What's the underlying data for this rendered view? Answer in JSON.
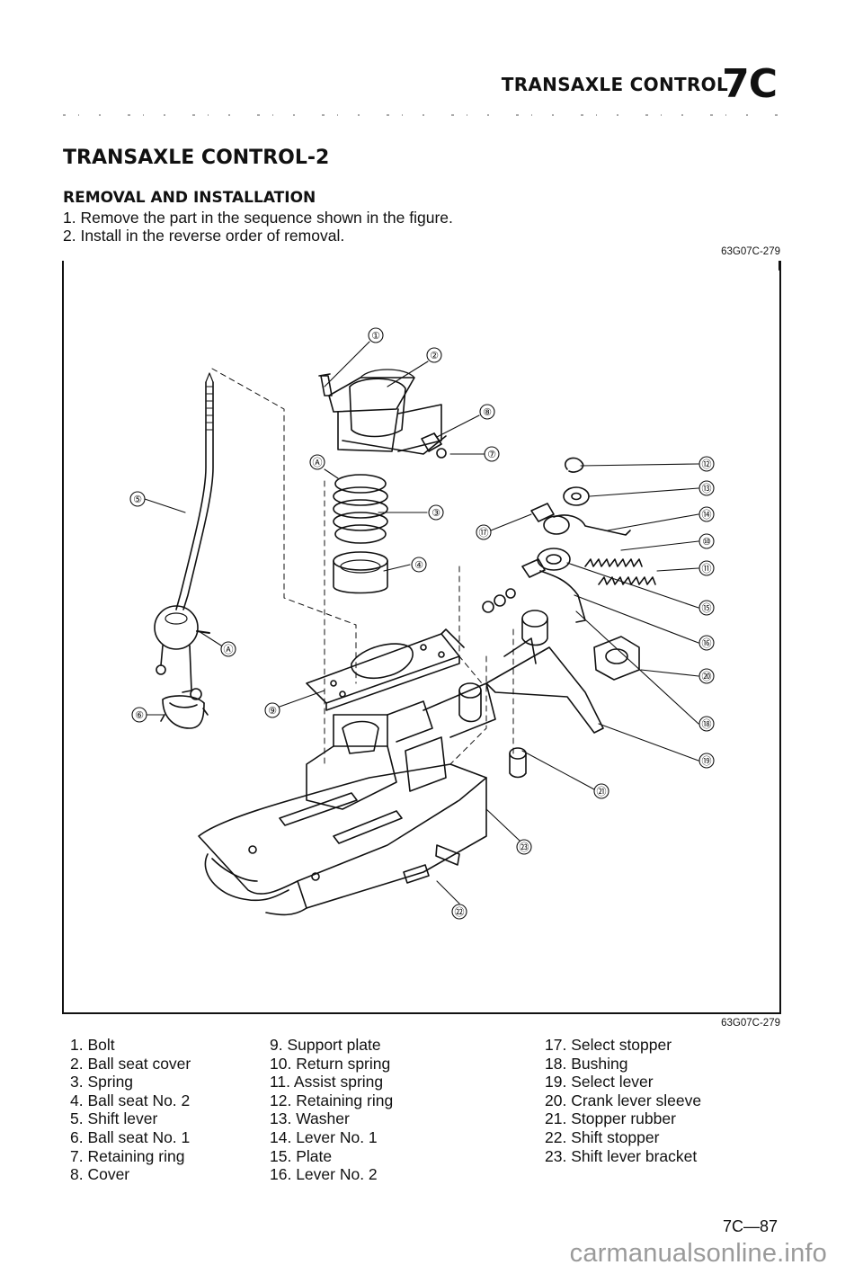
{
  "header": {
    "title": "TRANSAXLE CONTROL",
    "code": "7C"
  },
  "section": {
    "title": "TRANSAXLE CONTROL-2",
    "subtitle": "REMOVAL AND INSTALLATION",
    "steps": [
      "1. Remove the part in the sequence shown in the figure.",
      "2. Install in the reverse order of removal."
    ]
  },
  "figure": {
    "code_top": "63G07C-279",
    "code_bottom": "63G07C-279",
    "callouts": [
      "①",
      "②",
      "③",
      "④",
      "⑤",
      "⑥",
      "⑦",
      "⑧",
      "⑨",
      "⑩",
      "⑪",
      "⑫",
      "⑬",
      "⑭",
      "⑮",
      "⑯",
      "⑰",
      "⑱",
      "⑲",
      "⑳",
      "㉑",
      "㉒",
      "㉓",
      "Ⓐ"
    ]
  },
  "legend": {
    "col1": [
      "1. Bolt",
      "2. Ball seat cover",
      "3. Spring",
      "4. Ball seat No. 2",
      "5. Shift lever",
      "6. Ball seat No. 1",
      "7. Retaining ring",
      "8. Cover"
    ],
    "col2": [
      "9. Support plate",
      "10. Return spring",
      "11. Assist spring",
      "12. Retaining ring",
      "13. Washer",
      "14. Lever No. 1",
      "15. Plate",
      "16. Lever No. 2"
    ],
    "col3": [
      "17. Select stopper",
      "18. Bushing",
      "19. Select lever",
      "20. Crank lever sleeve",
      "21. Stopper rubber",
      "22. Shift stopper",
      "23. Shift lever bracket"
    ]
  },
  "footer": {
    "page": "7C—87",
    "watermark": "carmanualsonline.info"
  }
}
